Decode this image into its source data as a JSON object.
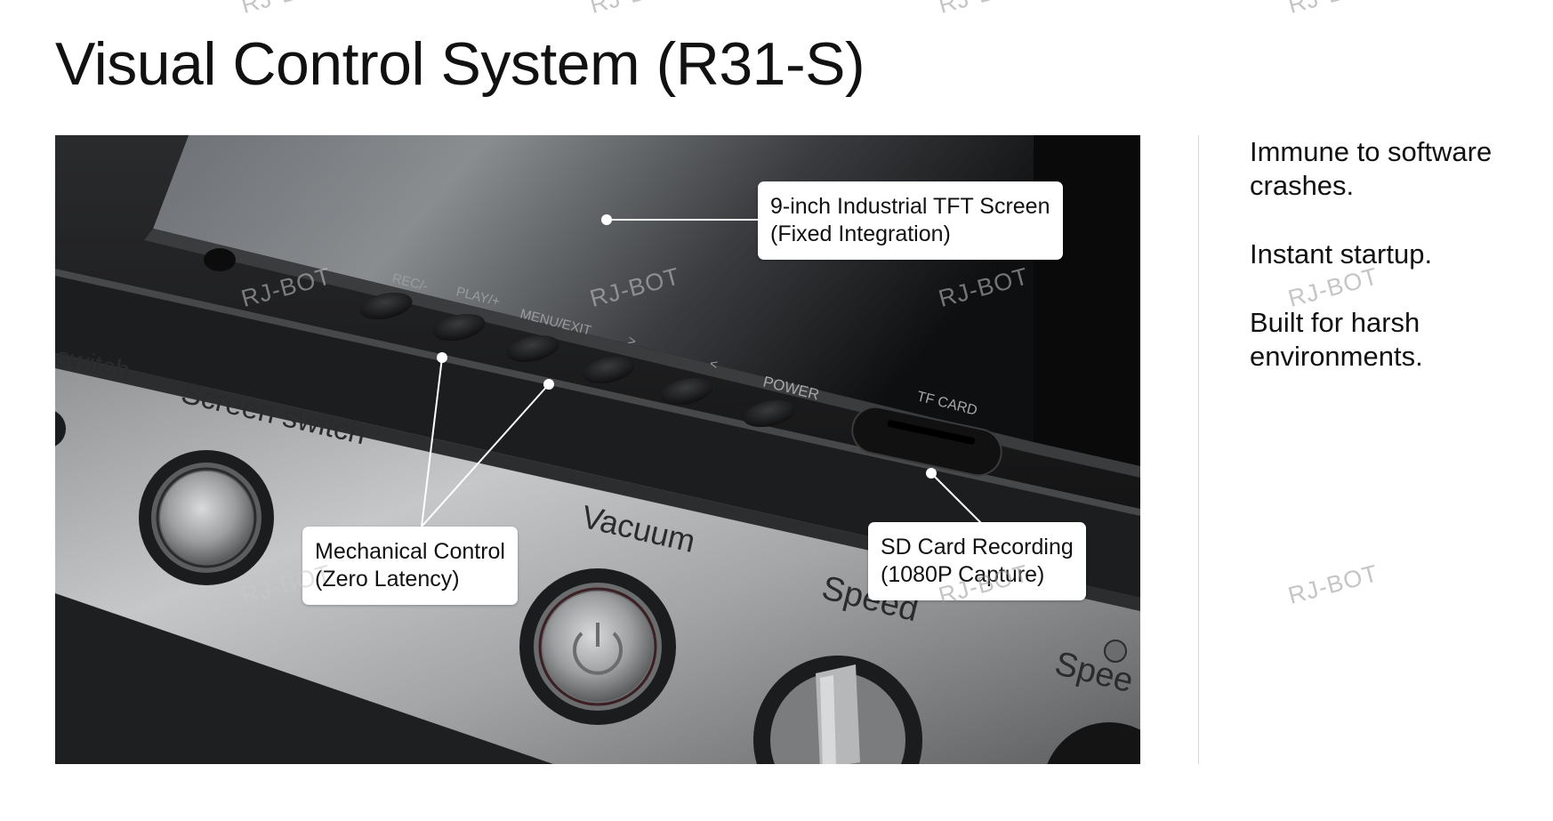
{
  "title": "Visual Control System (R31-S)",
  "callouts": {
    "screen": {
      "line1": "9-inch Industrial TFT Screen",
      "line2": "(Fixed Integration)"
    },
    "mechanical": {
      "line1": "Mechanical Control",
      "line2": "(Zero Latency)"
    },
    "sdcard": {
      "line1": "SD Card Recording",
      "line2": "(1080P Capture)"
    }
  },
  "panel_labels": {
    "rec": "REC/-",
    "play": "PLAY/+",
    "menu": "MENU/EXIT",
    "right": ">",
    "left": "<",
    "power": "POWER",
    "tf_card": "TF CARD",
    "switch": "switch",
    "screen_switch": "Screen switch",
    "vacuum": "Vacuum",
    "speed": "Speed",
    "speed_cut": "Spee"
  },
  "features": [
    "Immune to software crashes.",
    "Instant startup.",
    "Built for harsh environments."
  ],
  "watermark": "RJ-BOT"
}
